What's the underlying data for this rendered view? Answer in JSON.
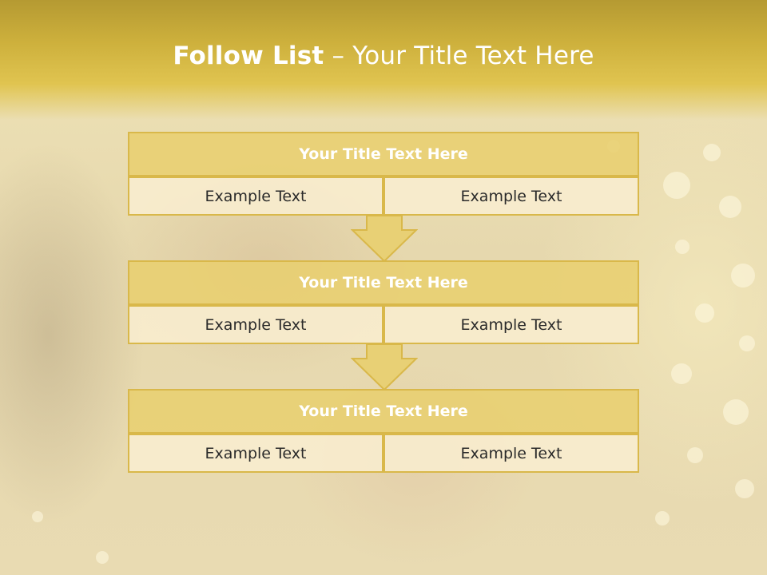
{
  "slide": {
    "title_bold": "Follow List",
    "title_rest": "– Your Title Text Here"
  },
  "steps": [
    {
      "title": "Your Title Text Here",
      "cells": [
        "Example Text",
        "Example Text"
      ]
    },
    {
      "title": "Your Title Text Here",
      "cells": [
        "Example Text",
        "Example Text"
      ]
    },
    {
      "title": "Your Title Text Here",
      "cells": [
        "Example Text",
        "Example Text"
      ]
    }
  ],
  "colors": {
    "header_gold": "#cdb03c",
    "box_fill": "#e8cf70",
    "box_border": "#d9b84a",
    "cell_fill": "#f8eccd"
  }
}
